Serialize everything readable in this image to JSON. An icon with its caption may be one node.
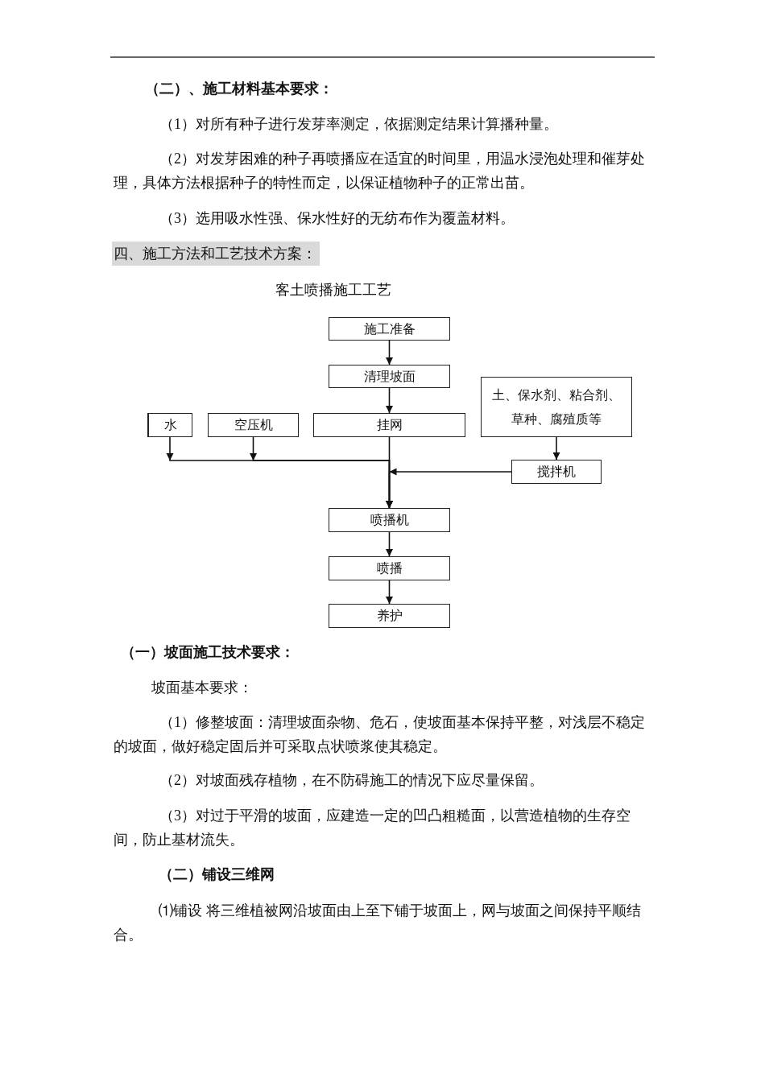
{
  "diagram": {
    "title": "客土喷播施工工艺",
    "nodes": [
      {
        "text": [
          "施工准备"
        ]
      },
      {
        "text": [
          "清理坡面"
        ]
      },
      {
        "text": [
          "水"
        ]
      },
      {
        "text": [
          "空压机"
        ]
      },
      {
        "text": [
          "挂网"
        ]
      },
      {
        "text": [
          "土、保水剂、粘合剂、草种、腐殖质等"
        ]
      },
      {
        "text": [
          "搅拌机"
        ]
      },
      {
        "text": [
          "喷播机"
        ]
      },
      {
        "text": [
          "喷播"
        ]
      },
      {
        "text": [
          "养护"
        ]
      }
    ],
    "edges": [
      {
        "from": 0,
        "to": 1,
        "arrow": "to"
      },
      {
        "from": 1,
        "to": 4,
        "arrow": "to"
      },
      {
        "from": 2,
        "to": 7,
        "arrow": "to"
      },
      {
        "from": 3,
        "to": 7,
        "arrow": "to"
      },
      {
        "from": 4,
        "to": 7,
        "arrow": "to"
      },
      {
        "from": 5,
        "to": 6,
        "arrow": "to"
      },
      {
        "from": 6,
        "to": 7,
        "arrow": "to"
      },
      {
        "from": 7,
        "to": 8,
        "arrow": "to"
      },
      {
        "from": 8,
        "to": 9,
        "arrow": "to"
      }
    ],
    "labels": [
      "（二）、施工材料基本要求：",
      "（1）对所有种子进行发芽率测定，依据测定结果计算播种量。",
      "（2）对发芽困难的种子再喷播应在适宜的时间里，用温水浸泡处理和催芽处理，具体方法根据种子的特性而定，以保证植物种子的正常出苗。",
      "（3）选用吸水性强、保水性好的无纺布作为覆盖材料。",
      "四、施工方法和工艺技术方案：",
      "（一）坡面施工技术要求：",
      "坡面基本要求：",
      "（1）修整坡面：清理坡面杂物、危石，使坡面基本保持平整，对浅层不稳定的坡面，做好稳定固后并可采取点状喷浆使其稳定。",
      "（2）对坡面残存植物，在不防碍施工的情况下应尽量保留。",
      "（3）对过于平滑的坡面，应建造一定的凹凸粗糙面，以营造植物的生存空间，防止基材流失。",
      "（二）铺设三维网",
      "⑴铺设 将三维植被网沿坡面由上至下铺于坡面上，网与坡面之间保持平顺结合。"
    ]
  }
}
